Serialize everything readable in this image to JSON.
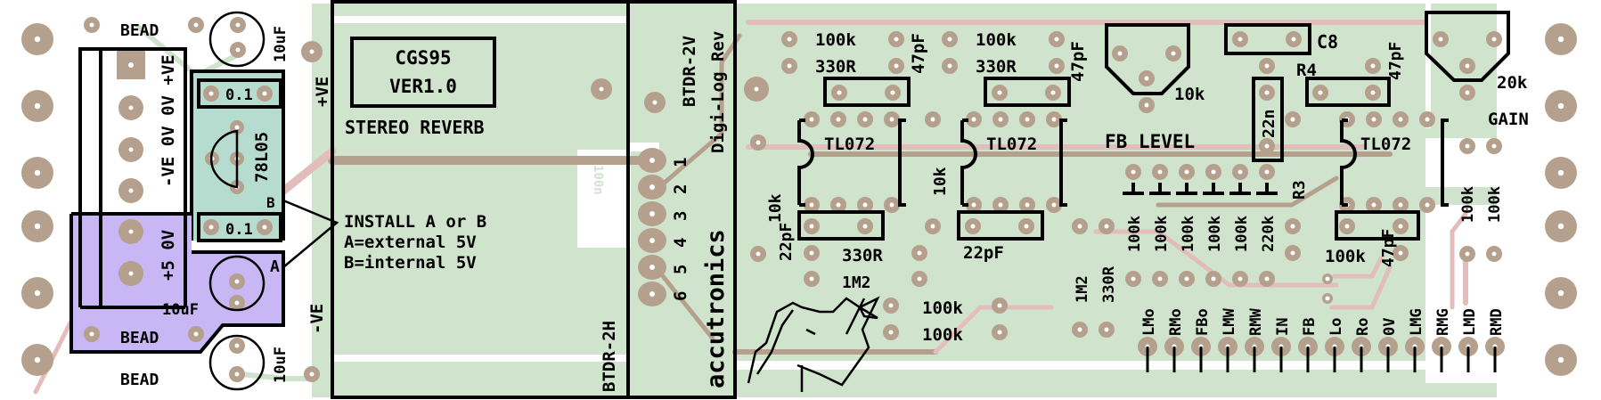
{
  "board": {
    "colors": {
      "background": "#ffffff",
      "ground_plane": "#d0e3cc",
      "copper_pad": "#b4a08c",
      "trace_top": "#e3bcbc",
      "trace_bottom": "#b4a08c",
      "regulator_zone": "#b6dbcf",
      "power_zone": "#c9b6f4",
      "silkscreen": "#000000"
    },
    "title_box": {
      "line1": "CGS95",
      "line2": "VER1.0"
    },
    "subtitle": "STEREO REVERB",
    "install_note": [
      "INSTALL A or B",
      "A=external 5V",
      "B=internal 5V"
    ],
    "brand": "accutronics",
    "module_labels": {
      "btdr_2h": "BTDR-2H",
      "btdr_2v": "BTDR-2V",
      "digilog": "Digi-Log Rev",
      "cap_100n": "100n"
    },
    "connector_pins": [
      "1",
      "2",
      "3",
      "4",
      "5",
      "6"
    ],
    "power": {
      "bead": "BEAD",
      "cap_10uf": "10uF",
      "pos_ve": "+VE",
      "neg_ve": "-VE",
      "header_top": "-VE 0V 0V +VE",
      "header_bottom": "+5 0V",
      "reg_cap": "0.1",
      "regulator": "78L05",
      "jumper_a": "A",
      "jumper_b": "B"
    },
    "components": {
      "r_100k": "100k",
      "r_330r": "330R",
      "c_47pf": "47pF",
      "c_22pf": "22pF",
      "r_10k": "10k",
      "r_1m2": "1M2",
      "opamp": "TL072",
      "pot_fb": "10k",
      "fb_level": "FB LEVEL",
      "c8": "C8",
      "r4": "R4",
      "r3": "R3",
      "c_22n": "22n",
      "r_220k": "220k",
      "pot_gain": "20k",
      "gain": "GAIN"
    },
    "level_resistors": [
      "100k",
      "100k",
      "100k",
      "100k",
      "100k",
      "220k"
    ],
    "io_pins": [
      "LMo",
      "RMo",
      "FBo",
      "LMW",
      "RMW",
      "IN",
      "FB",
      "Lo",
      "Ro",
      "0V",
      "LMG",
      "RMG",
      "LMD",
      "RMD"
    ]
  }
}
